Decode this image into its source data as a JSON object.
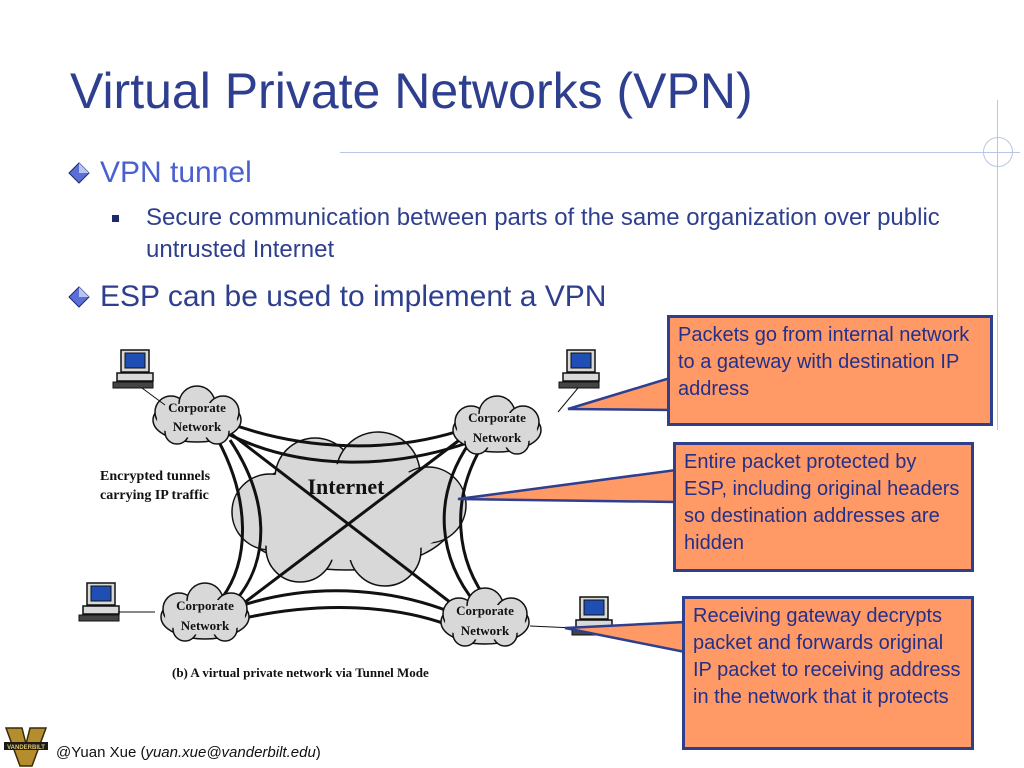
{
  "slide": {
    "title": "Virtual Private Networks (VPN)",
    "bullets": {
      "vpn_tunnel": "VPN tunnel",
      "secure_communication": "Secure communication between parts of the same organization over public untrusted Internet",
      "esp_vpn": "ESP can be used to implement a VPN"
    }
  },
  "diagram": {
    "internet_label": "Internet",
    "corporate_network_line1": "Corporate",
    "corporate_network_line2": "Network",
    "tunnel_label_line1": "Encrypted tunnels",
    "tunnel_label_line2": "carrying IP traffic",
    "caption": "(b) A virtual private network via Tunnel Mode"
  },
  "callouts": {
    "gateway": "Packets go from internal network to a gateway with destination IP address",
    "esp": "Entire packet protected by ESP, including original headers so destination addresses are hidden",
    "receiving": "Receiving gateway decrypts packet and forwards original IP packet to receiving address in the network that it protects"
  },
  "footer": {
    "author": "@Yuan Xue (",
    "email": "yuan.xue@vanderbilt.edu",
    "close": ")",
    "logo_text": "VANDERBILT"
  },
  "colors": {
    "title": "#2f3f8f",
    "subheading": "#4a5fd0",
    "callout_fill": "#ff9966",
    "callout_border": "#2e3f8e",
    "cloud_fill": "#d8d8d8"
  }
}
